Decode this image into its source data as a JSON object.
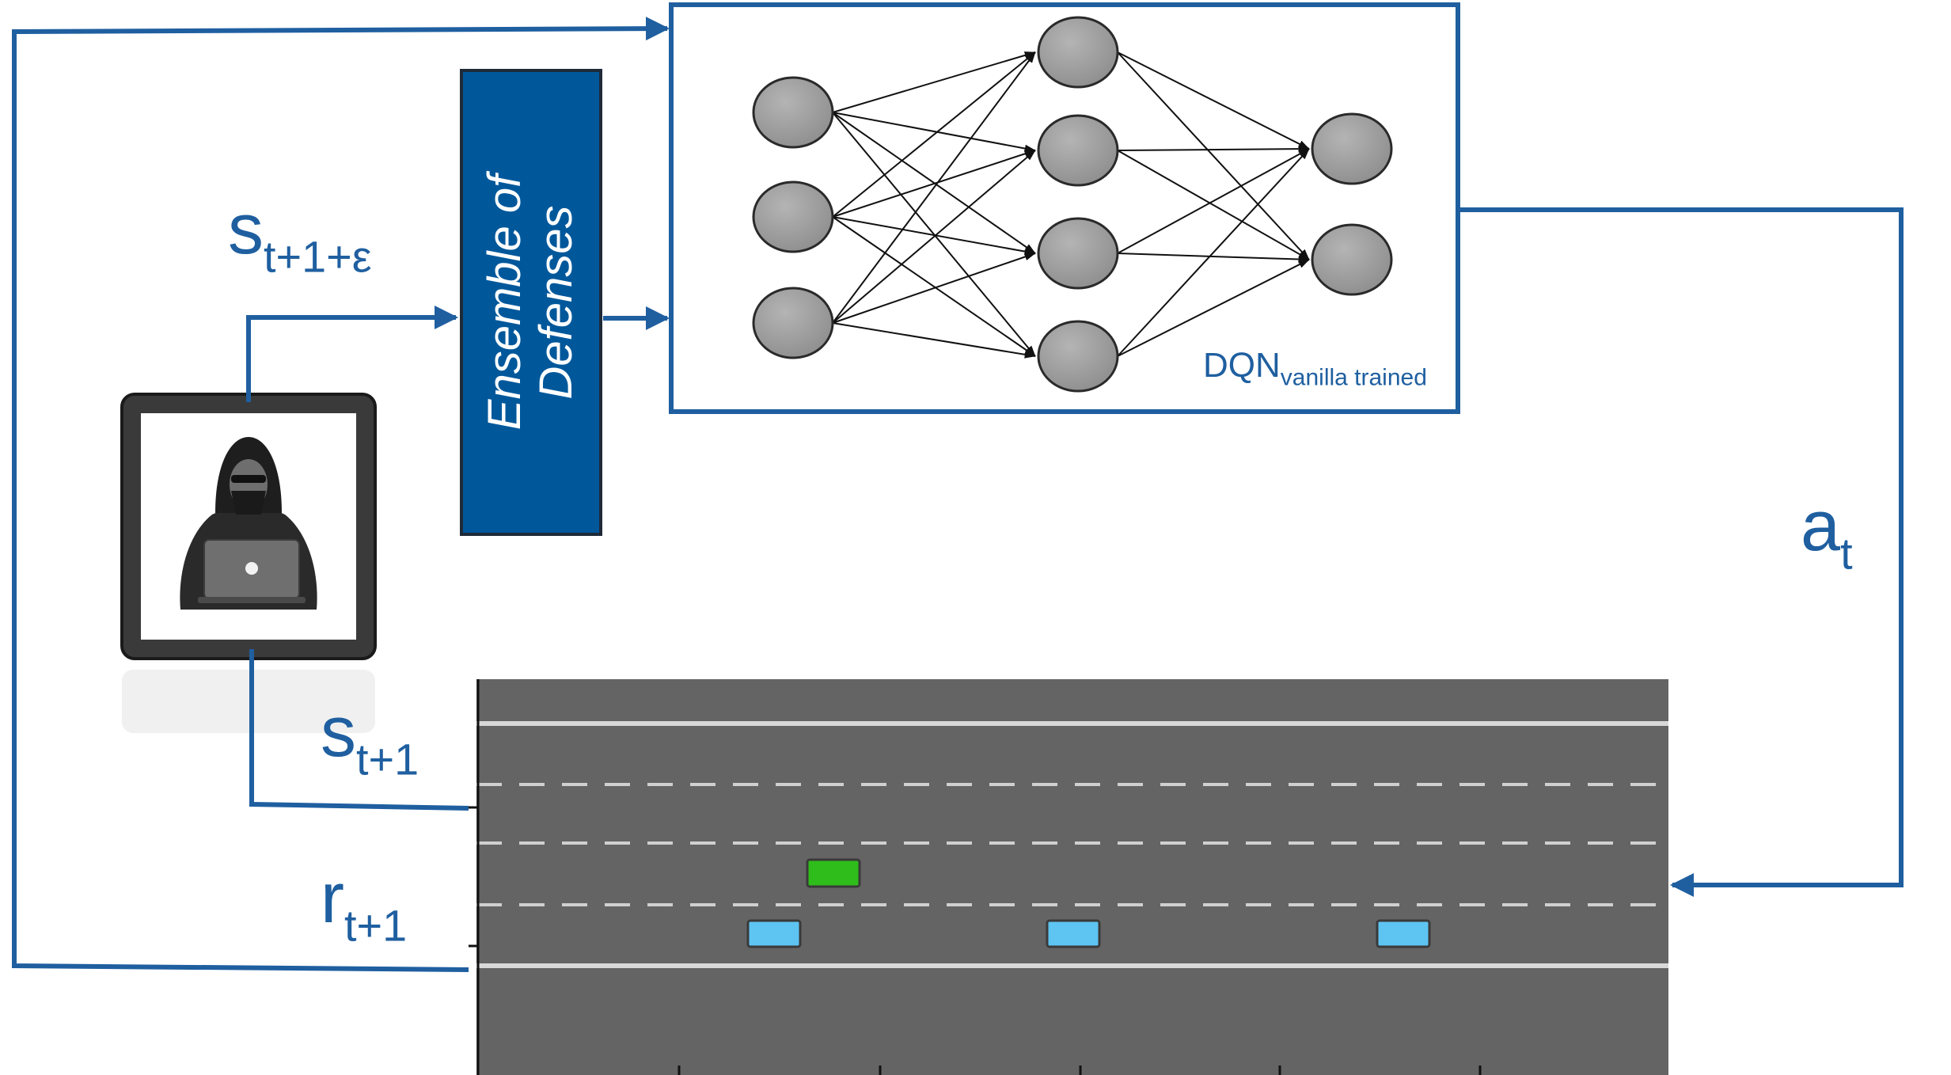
{
  "labels": {
    "s_eps": {
      "base": "s",
      "sub": "t+1+ε"
    },
    "s_next": {
      "base": "s",
      "sub": "t+1"
    },
    "r_next": {
      "base": "r",
      "sub": "t+1"
    },
    "action": {
      "base": "a",
      "sub": "t"
    }
  },
  "ensemble": {
    "line1": "Ensemble of",
    "line2": "Defenses"
  },
  "network": {
    "caption_main": "DQN",
    "caption_sub": "vanilla trained",
    "layers": [
      3,
      4,
      2
    ]
  },
  "road": {
    "lanes": 4
  },
  "vehicles": {
    "ego": "green",
    "others": 3
  },
  "colors": {
    "accent": "#1f5fa0",
    "ensemble_fill": "#00589b",
    "road": "#646464",
    "ego_car": "#2ebd1a",
    "other_car": "#5ec4f2",
    "neuron": "#9c9c9c"
  }
}
